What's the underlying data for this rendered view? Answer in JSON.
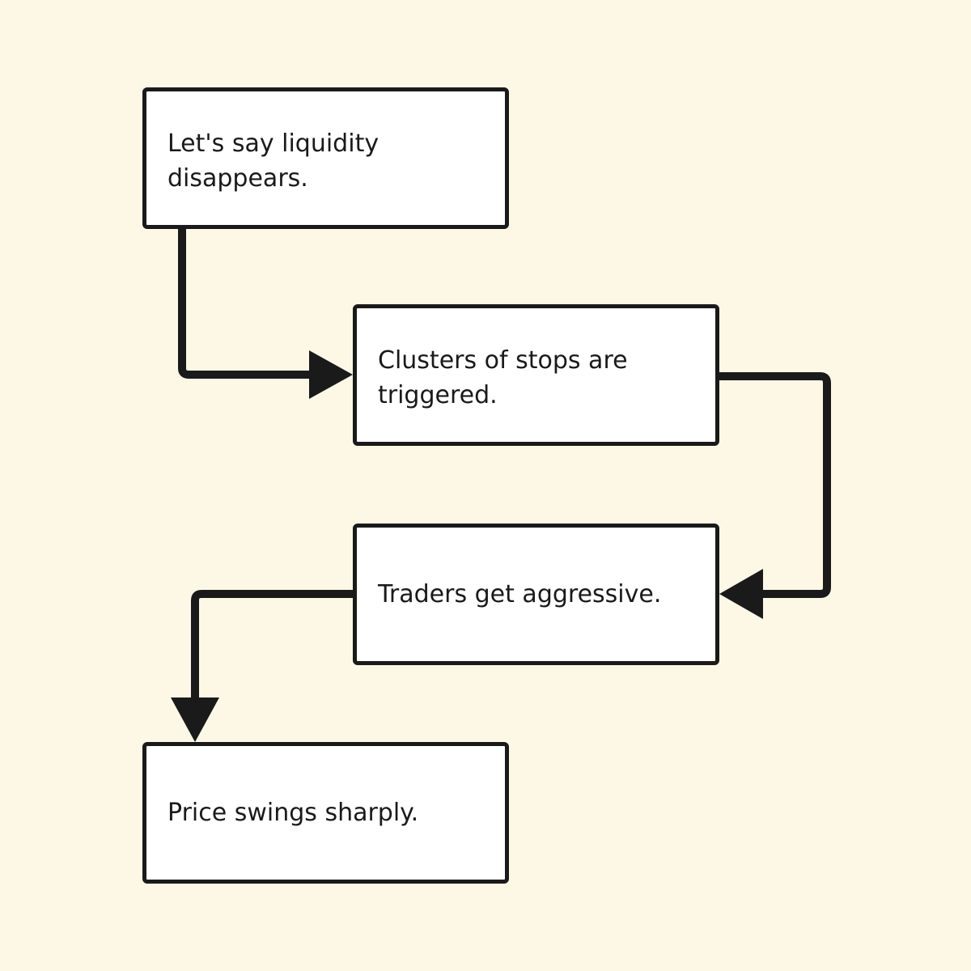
{
  "diagram": {
    "type": "flowchart",
    "background_color": "#fdf8e6",
    "box_fill": "#ffffff",
    "line_color": "#1a1a1a",
    "steps": [
      {
        "id": "step-1",
        "text": "Let's say liquidity disappears."
      },
      {
        "id": "step-2",
        "text": "Clusters of stops are triggered."
      },
      {
        "id": "step-3",
        "text": "Traders get aggressive."
      },
      {
        "id": "step-4",
        "text": "Price swings sharply."
      }
    ],
    "connections": [
      {
        "from": "step-1",
        "to": "step-2"
      },
      {
        "from": "step-2",
        "to": "step-3"
      },
      {
        "from": "step-3",
        "to": "step-4"
      }
    ]
  }
}
